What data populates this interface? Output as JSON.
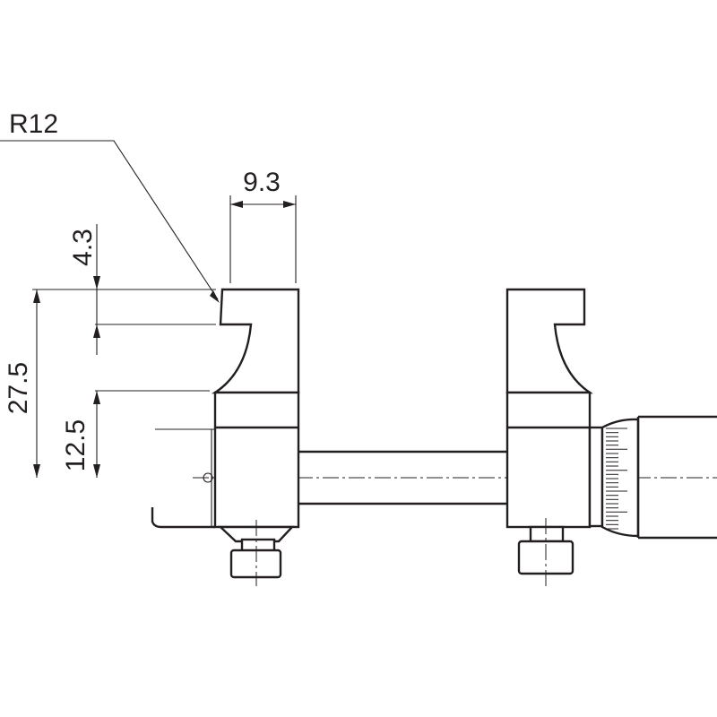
{
  "dimensions": {
    "radius": "R12",
    "width": "9.3",
    "notch_depth": "4.3",
    "overall_height": "27.5",
    "lower_height": "12.5"
  },
  "colors": {
    "line": "#231f20",
    "background": "#ffffff"
  }
}
